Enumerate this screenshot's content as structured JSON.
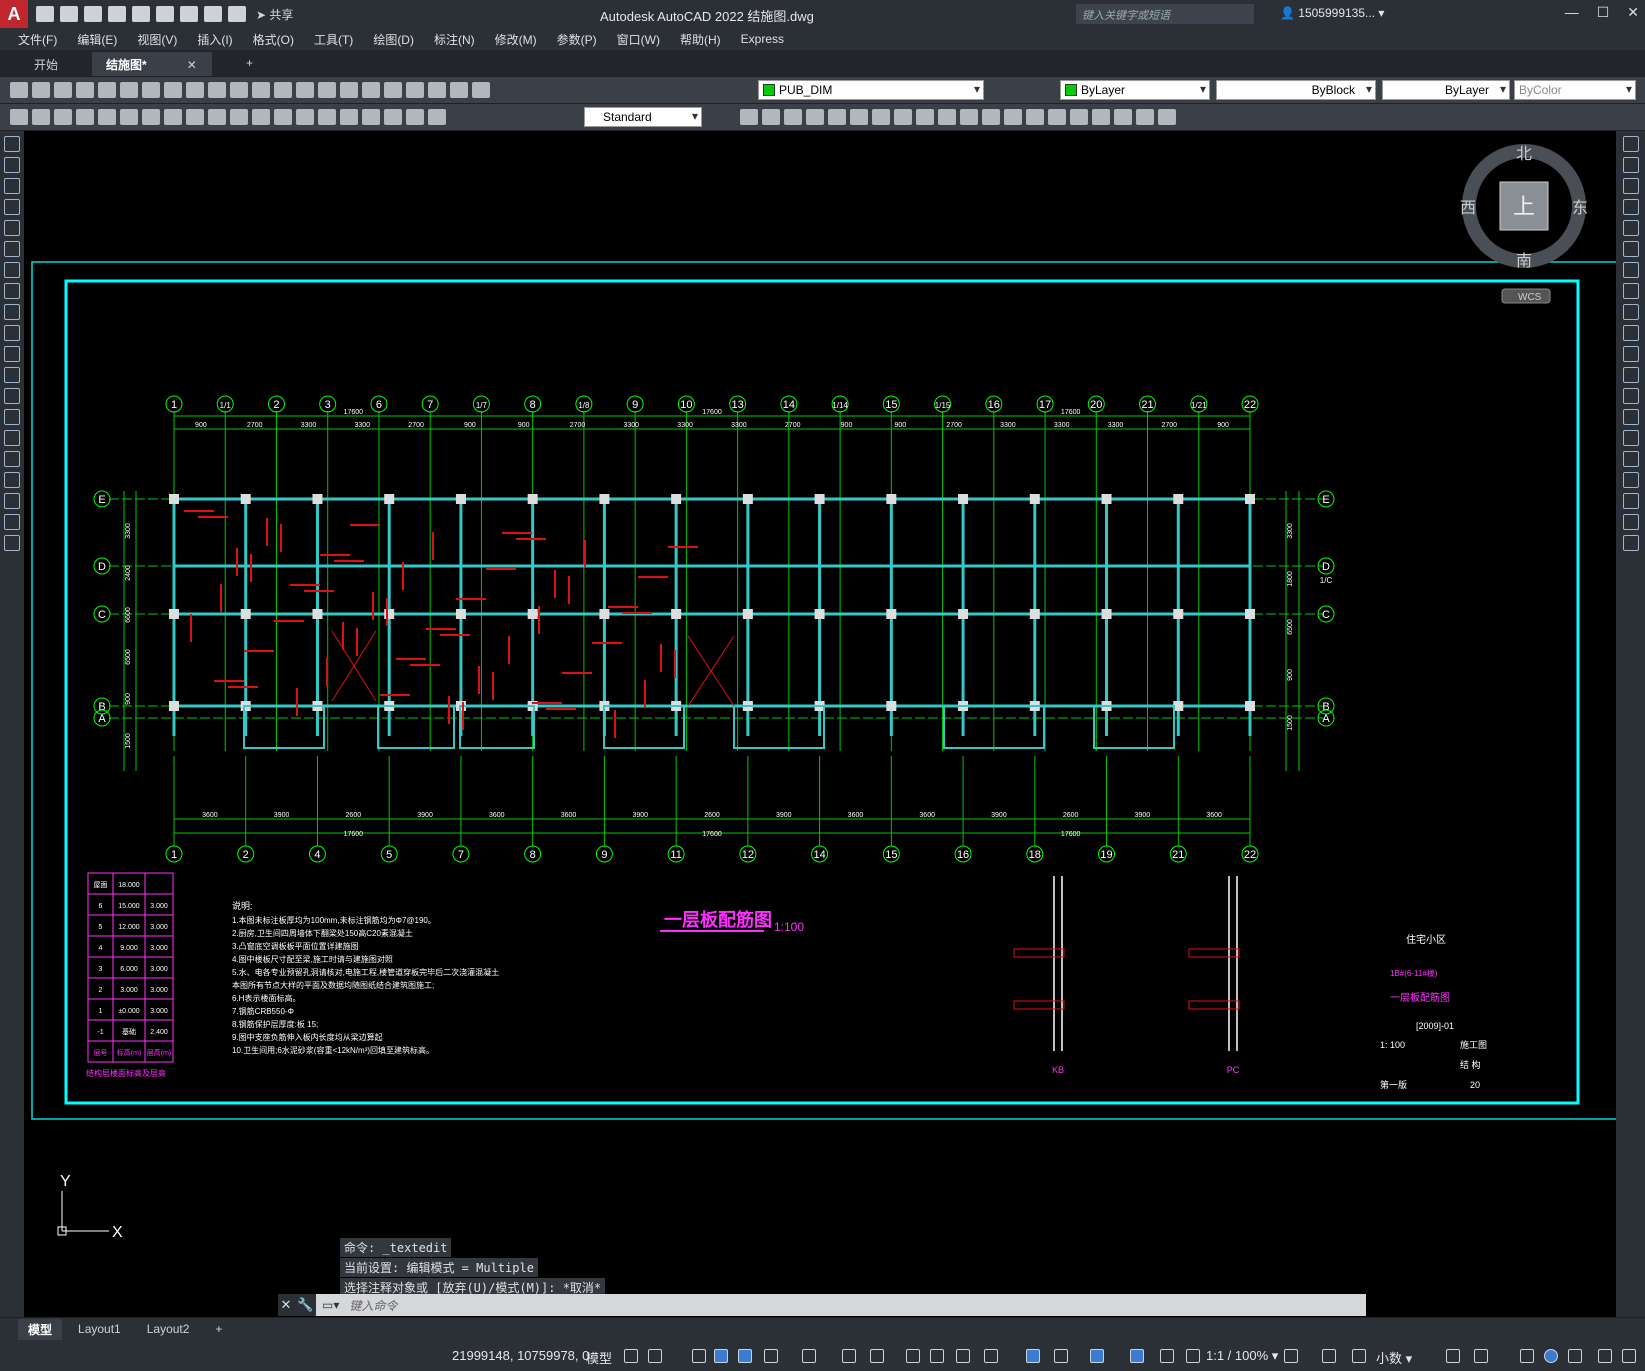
{
  "app": {
    "title": "Autodesk AutoCAD 2022    结施图.dwg",
    "share": "共享",
    "search_placeholder": "键入关键字或短语",
    "user": "1505999135...",
    "win_controls": [
      "—",
      "☐",
      "✕"
    ]
  },
  "menu": [
    "文件(F)",
    "编辑(E)",
    "视图(V)",
    "插入(I)",
    "格式(O)",
    "工具(T)",
    "绘图(D)",
    "标注(N)",
    "修改(M)",
    "参数(P)",
    "窗口(W)",
    "帮助(H)",
    "Express"
  ],
  "doc_tabs": [
    {
      "label": "开始"
    },
    {
      "label": "结施图*",
      "close": "✕"
    },
    {
      "label": "+"
    }
  ],
  "toolbar": {
    "layer": "PUB_DIM",
    "color": "ByLayer",
    "linetype": "ByBlock",
    "lineweight": "ByLayer",
    "plotstyle": "ByColor",
    "textstyle": "Standard"
  },
  "viewcube": {
    "north": "北",
    "south": "南",
    "east": "东",
    "west": "西",
    "face": "上",
    "wcs": "WCS"
  },
  "drawing": {
    "title": "一层板配筋图",
    "scale": "1:100",
    "top_axes": [
      "1",
      "1/1",
      "2",
      "3",
      "6",
      "7",
      "1/7",
      "8",
      "1/8",
      "9",
      "10",
      "13",
      "14",
      "1/14",
      "15",
      "1/15",
      "16",
      "17",
      "20",
      "21",
      "1/21",
      "22"
    ],
    "bottom_axes": [
      "1",
      "2",
      "4",
      "5",
      "7",
      "8",
      "9",
      "11",
      "12",
      "14",
      "15",
      "16",
      "18",
      "19",
      "21",
      "22"
    ],
    "row_axes": [
      "E",
      "D",
      "C",
      "B",
      "A"
    ],
    "right_extra_axis": "1/C",
    "top_overall": [
      "17600",
      "17600",
      "17600"
    ],
    "bottom_overall": [
      "17600",
      "17600",
      "17600"
    ],
    "top_dims": [
      "900",
      "2700",
      "3300",
      "3300",
      "2700",
      "900",
      "900",
      "2700",
      "3300",
      "3300",
      "3300",
      "2700",
      "900",
      "900",
      "2700",
      "3300",
      "3300",
      "3300",
      "2700",
      "900"
    ],
    "bottom_dims": [
      "3600",
      "3900",
      "2600",
      "3900",
      "3600",
      "3600",
      "3900",
      "2600",
      "3900",
      "3600",
      "3600",
      "3900",
      "2600",
      "3900",
      "3600"
    ],
    "left_dims": [
      "3300",
      "2400",
      "6600",
      "6500",
      "900",
      "1500"
    ],
    "right_dims": [
      "3300",
      "1800",
      "6500",
      "900",
      "1500"
    ],
    "notes_title": "说明:",
    "notes": [
      "1.本图未标注板厚均为100mm,未标注钢筋均为Φ7@190。",
      "2.厨房,卫生间四周墙体下翻梁处150高C20素混凝土",
      "3.凸窗底空调板板平面位置详建施图",
      "4.图中楼板尺寸配至梁,施工时请与建施图对照",
      "5.水、电各专业预留孔洞请核对,电施工程,楼管道穿板完毕后二次浇灌混凝土",
      "   本图所有节点大样的平面及数据均随图纸结合建筑图施工;",
      "6.H表示楼面标高。",
      "7.钢筋CRB550-Φ",
      "8.钢筋保护层厚度:板 15;",
      "9.图中支座负筋伸入板内长度均从梁边算起",
      "10.卫生间用;6水泥砂浆(容重<12kN/m³)回填至建筑标高。"
    ],
    "floor_table": {
      "rows": [
        [
          "屋面",
          "18.000",
          ""
        ],
        [
          "6",
          "15.000",
          "3.000"
        ],
        [
          "5",
          "12.000",
          "3.000"
        ],
        [
          "4",
          "9.000",
          "3.000"
        ],
        [
          "3",
          "6.000",
          "3.000"
        ],
        [
          "2",
          "3.000",
          "3.000"
        ],
        [
          "1",
          "±0.000",
          "3.000"
        ],
        [
          "-1",
          "基础",
          "2.400"
        ]
      ],
      "header": [
        "层号",
        "标高(m)",
        "层高(m)"
      ],
      "caption": "结构层楼面标高及层高"
    },
    "details": [
      "KB",
      "PC"
    ],
    "title_block": {
      "project": "住宅小区",
      "sub": "1B#(6-11#楼)",
      "sheet": "一层板配筋图",
      "number": "[2009]-01",
      "scale": "1: 100",
      "stage": "施工图",
      "discipline": "结  构",
      "edition": "第一版",
      "page": "20"
    }
  },
  "command": {
    "history": [
      "命令: _textedit",
      "当前设置: 编辑模式 = Multiple",
      "选择注释对象或 [放弃(U)/模式(M)]: *取消*"
    ],
    "placeholder": "键入命令"
  },
  "ucs": {
    "x": "X",
    "y": "Y"
  },
  "layout_tabs": [
    "模型",
    "Layout1",
    "Layout2",
    "+"
  ],
  "status": {
    "coords": "21999148, 10759978, 0",
    "model": "模型",
    "annoscale": "1:1 / 100%",
    "units": "小数"
  }
}
